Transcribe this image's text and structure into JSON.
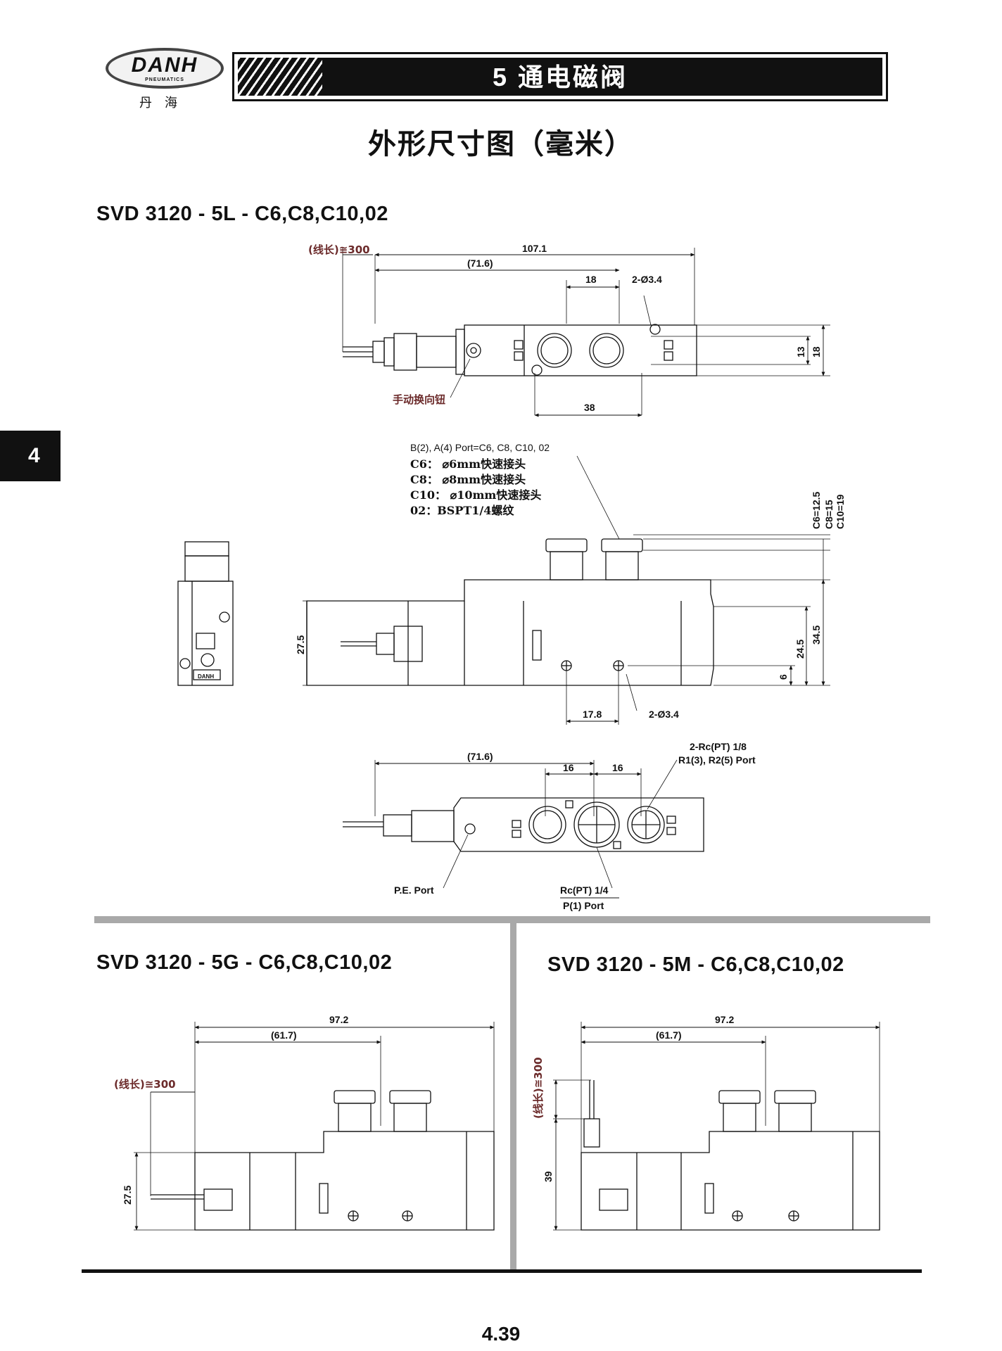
{
  "header": {
    "logo_text": "DANH",
    "logo_sub": "PNEUMATICS",
    "logo_cn": "丹海",
    "banner_title": "5 通电磁阀",
    "page_title": "外形尺寸图（毫米）",
    "side_tab": "4"
  },
  "section_top": {
    "model": "SVD 3120 - 5L - C6,C8,C10,02",
    "top_view": {
      "wire_len": "(线长)≅300",
      "d_total": "107.1",
      "d_716": "(71.6)",
      "d_18": "18",
      "d_hole": "2-Ø3.4",
      "d_13": "13",
      "d_18v": "18",
      "d_38": "38",
      "manual": "手动换向钮"
    },
    "port_note": {
      "title": "B(2), A(4) Port=C6, C8, C10, 02",
      "c6": "C6： ⌀6mm快速接头",
      "c8": "C8： ⌀8mm快速接头",
      "c10": "C10： ⌀10mm快速接头",
      "p02": "02：BSPT1/4螺纹"
    },
    "side_view": {
      "heights": "C6=12.5 C8=15 C10=19",
      "h1": "C6=12.5",
      "h2": "C8=15",
      "h3": "C10=19",
      "d_275": "27.5",
      "d_345": "34.5",
      "d_245": "24.5",
      "d_6": "6",
      "d_178": "17.8",
      "d_hole": "2-Ø3.4",
      "brand": "DANH"
    },
    "bottom_view": {
      "d_716": "(71.6)",
      "d_16a": "16",
      "d_16b": "16",
      "rc18": "2-Rc(PT) 1/8",
      "r_ports": "R1(3), R2(5) Port",
      "pe": "P.E. Port",
      "rc14": "Rc(PT) 1/4",
      "p_port": "P(1) Port"
    }
  },
  "section_left": {
    "model": "SVD 3120 - 5G - C6,C8,C10,02",
    "d_total": "97.2",
    "d_617": "(61.7)",
    "wire_len": "(线长)≅300",
    "d_275": "27.5"
  },
  "section_right": {
    "model": "SVD 3120 - 5M - C6,C8,C10,02",
    "d_total": "97.2",
    "d_617": "(61.7)",
    "wire_len": "(线长)≅300",
    "d_39": "39"
  },
  "footer": {
    "page_number": "4.39"
  }
}
